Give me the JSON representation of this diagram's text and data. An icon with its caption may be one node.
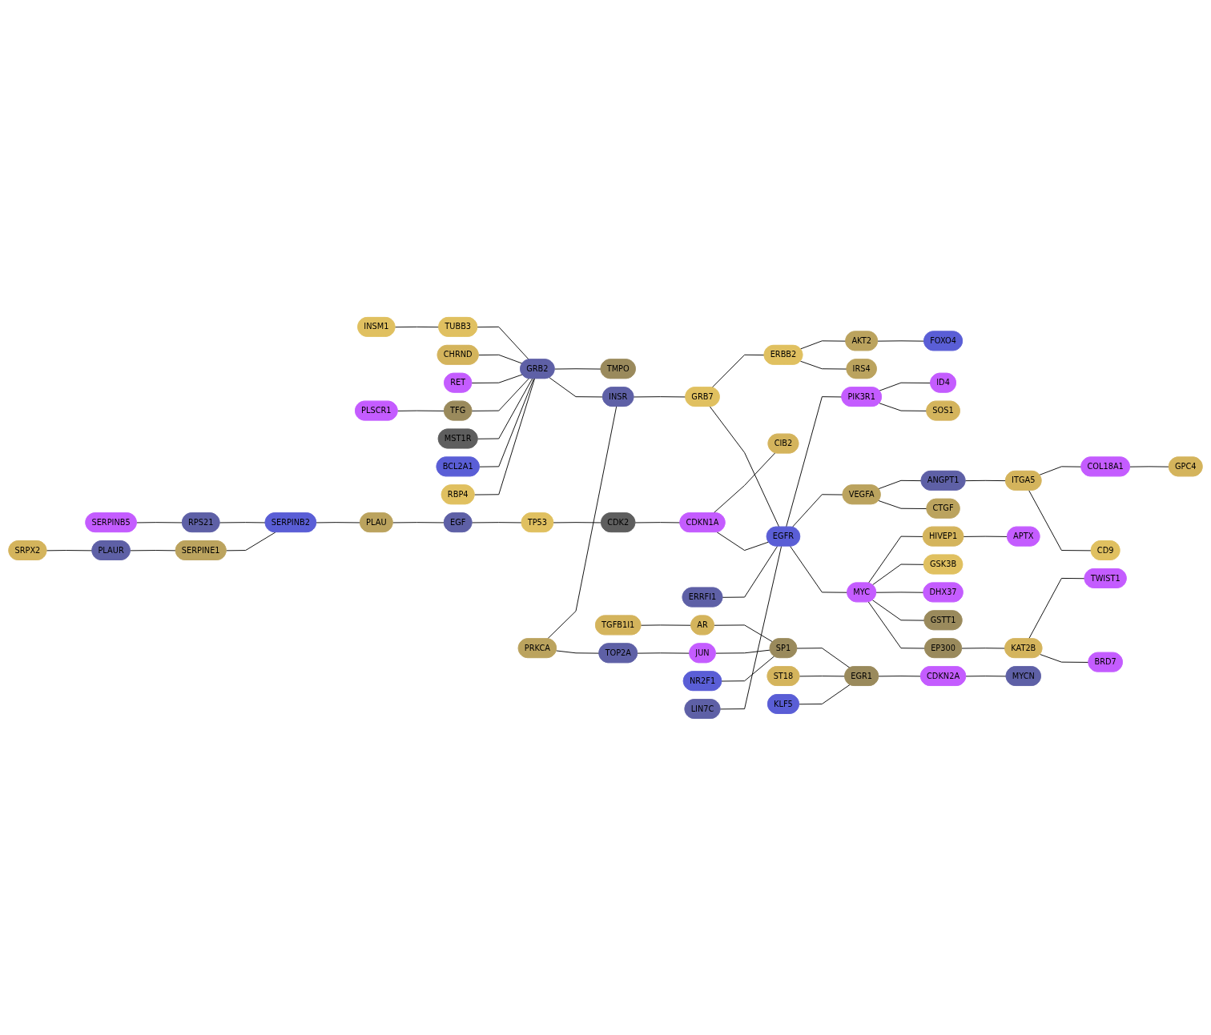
{
  "diagram": {
    "nodes": [
      {
        "text": [
          "SERPINB5"
        ]
      },
      {
        "text": [
          "SRPX2"
        ]
      },
      {
        "text": [
          "RPS21"
        ]
      },
      {
        "text": [
          "PLAUR"
        ]
      },
      {
        "text": [
          "SERPINE1"
        ]
      },
      {
        "text": [
          "SERPINB2"
        ]
      },
      {
        "text": [
          "INSM1"
        ]
      },
      {
        "text": [
          "PLSCR1"
        ]
      },
      {
        "text": [
          "TUBB3"
        ]
      },
      {
        "text": [
          "PLAU"
        ]
      },
      {
        "text": [
          "CHRND"
        ]
      },
      {
        "text": [
          "RET"
        ]
      },
      {
        "text": [
          "TFG"
        ]
      },
      {
        "text": [
          "MST1R"
        ]
      },
      {
        "text": [
          "BCL2A1"
        ]
      },
      {
        "text": [
          "GRB2"
        ]
      },
      {
        "text": [
          "TMPO"
        ]
      },
      {
        "text": [
          "RBP4"
        ]
      },
      {
        "text": [
          "EGF"
        ]
      },
      {
        "text": [
          "FOXO4"
        ]
      },
      {
        "text": [
          "AKT2"
        ]
      },
      {
        "text": [
          "TP53"
        ]
      },
      {
        "text": [
          "INSR"
        ]
      },
      {
        "text": [
          "IRS4"
        ]
      },
      {
        "text": [
          "ERBB2"
        ]
      },
      {
        "text": [
          "PRKCA"
        ]
      },
      {
        "text": [
          "GRB7"
        ]
      },
      {
        "text": [
          "CDK2"
        ]
      },
      {
        "text": [
          "TGFB1I1"
        ]
      },
      {
        "text": [
          "TOP2A"
        ]
      },
      {
        "text": [
          "ID4"
        ]
      },
      {
        "text": [
          "AR"
        ]
      },
      {
        "text": [
          "ERRFI1"
        ]
      },
      {
        "text": [
          "CDKN1A"
        ]
      },
      {
        "text": [
          "PIK3R1"
        ]
      },
      {
        "text": [
          "JUN"
        ]
      },
      {
        "text": [
          "SOS1"
        ]
      },
      {
        "text": [
          "EGFR"
        ]
      },
      {
        "text": [
          "NR2F1"
        ]
      },
      {
        "text": [
          "SP1"
        ]
      },
      {
        "text": [
          "LIN7C"
        ]
      },
      {
        "text": [
          "CIB2"
        ]
      },
      {
        "text": [
          "VEGFA"
        ]
      },
      {
        "text": [
          "ANGPT1"
        ]
      },
      {
        "text": [
          "COL18A1"
        ]
      },
      {
        "text": [
          "GPC4"
        ]
      },
      {
        "text": [
          "ITGA5"
        ]
      },
      {
        "text": [
          "ST18"
        ]
      },
      {
        "text": [
          "MYC"
        ]
      },
      {
        "text": [
          "CTGF"
        ]
      },
      {
        "text": [
          "EGR1"
        ]
      },
      {
        "text": [
          "DHX37"
        ]
      },
      {
        "text": [
          "GSK3B"
        ]
      },
      {
        "text": [
          "HIVEP1"
        ]
      },
      {
        "text": [
          "GSTT1"
        ]
      },
      {
        "text": [
          "KLF5"
        ]
      },
      {
        "text": [
          "CD9"
        ]
      },
      {
        "text": [
          "EP300"
        ]
      },
      {
        "text": [
          "CDKN2A"
        ]
      },
      {
        "text": [
          "APTX"
        ]
      },
      {
        "text": [
          "MYCN"
        ]
      },
      {
        "text": [
          "KAT2B"
        ]
      },
      {
        "text": [
          "BRD7"
        ]
      },
      {
        "text": [
          "TWIST1"
        ]
      }
    ],
    "edges": [
      {
        "from": 0,
        "to": 2,
        "arrow": "none"
      },
      {
        "from": 2,
        "to": 5,
        "arrow": "none"
      },
      {
        "from": 1,
        "to": 3,
        "arrow": "none"
      },
      {
        "from": 3,
        "to": 4,
        "arrow": "none"
      },
      {
        "from": 4,
        "to": 5,
        "arrow": "none"
      },
      {
        "from": 5,
        "to": 9,
        "arrow": "none"
      },
      {
        "from": 9,
        "to": 18,
        "arrow": "none"
      },
      {
        "from": 18,
        "to": 21,
        "arrow": "none"
      },
      {
        "from": 21,
        "to": 27,
        "arrow": "none"
      },
      {
        "from": 6,
        "to": 8,
        "arrow": "none"
      },
      {
        "from": 8,
        "to": 15,
        "arrow": "none"
      },
      {
        "from": 10,
        "to": 15,
        "arrow": "none"
      },
      {
        "from": 11,
        "to": 15,
        "arrow": "none"
      },
      {
        "from": 7,
        "to": 12,
        "arrow": "none"
      },
      {
        "from": 12,
        "to": 15,
        "arrow": "none"
      },
      {
        "from": 13,
        "to": 15,
        "arrow": "none"
      },
      {
        "from": 14,
        "to": 15,
        "arrow": "none"
      },
      {
        "from": 17,
        "to": 15,
        "arrow": "none"
      },
      {
        "from": 15,
        "to": 16,
        "arrow": "none"
      },
      {
        "from": 15,
        "to": 22,
        "arrow": "none"
      },
      {
        "from": 25,
        "to": 22,
        "arrow": "none"
      },
      {
        "from": 22,
        "to": 26,
        "arrow": "none"
      },
      {
        "from": 26,
        "to": 24,
        "arrow": "none"
      },
      {
        "from": 24,
        "to": 20,
        "arrow": "none"
      },
      {
        "from": 20,
        "to": 19,
        "arrow": "none"
      },
      {
        "from": 24,
        "to": 23,
        "arrow": "none"
      },
      {
        "from": 25,
        "to": 29,
        "arrow": "none"
      },
      {
        "from": 29,
        "to": 35,
        "arrow": "none"
      },
      {
        "from": 35,
        "to": 39,
        "arrow": "none"
      },
      {
        "from": 28,
        "to": 31,
        "arrow": "none"
      },
      {
        "from": 31,
        "to": 39,
        "arrow": "none"
      },
      {
        "from": 38,
        "to": 39,
        "arrow": "none"
      },
      {
        "from": 39,
        "to": 50,
        "arrow": "none"
      },
      {
        "from": 47,
        "to": 50,
        "arrow": "none"
      },
      {
        "from": 55,
        "to": 50,
        "arrow": "none"
      },
      {
        "from": 50,
        "to": 58,
        "arrow": "none"
      },
      {
        "from": 58,
        "to": 60,
        "arrow": "none"
      },
      {
        "from": 27,
        "to": 33,
        "arrow": "none"
      },
      {
        "from": 33,
        "to": 41,
        "arrow": "none"
      },
      {
        "from": 33,
        "to": 37,
        "arrow": "none"
      },
      {
        "from": 26,
        "to": 37,
        "arrow": "none"
      },
      {
        "from": 32,
        "to": 37,
        "arrow": "none"
      },
      {
        "from": 37,
        "to": 34,
        "arrow": "none"
      },
      {
        "from": 34,
        "to": 30,
        "arrow": "none"
      },
      {
        "from": 34,
        "to": 36,
        "arrow": "none"
      },
      {
        "from": 40,
        "to": 37,
        "arrow": "none"
      },
      {
        "from": 37,
        "to": 42,
        "arrow": "none"
      },
      {
        "from": 42,
        "to": 43,
        "arrow": "none"
      },
      {
        "from": 42,
        "to": 49,
        "arrow": "none"
      },
      {
        "from": 43,
        "to": 46,
        "arrow": "none"
      },
      {
        "from": 46,
        "to": 44,
        "arrow": "none"
      },
      {
        "from": 44,
        "to": 45,
        "arrow": "none"
      },
      {
        "from": 46,
        "to": 56,
        "arrow": "none"
      },
      {
        "from": 37,
        "to": 48,
        "arrow": "none"
      },
      {
        "from": 48,
        "to": 53,
        "arrow": "none"
      },
      {
        "from": 48,
        "to": 52,
        "arrow": "none"
      },
      {
        "from": 48,
        "to": 51,
        "arrow": "none"
      },
      {
        "from": 48,
        "to": 54,
        "arrow": "none"
      },
      {
        "from": 48,
        "to": 57,
        "arrow": "none"
      },
      {
        "from": 53,
        "to": 59,
        "arrow": "none"
      },
      {
        "from": 57,
        "to": 61,
        "arrow": "none"
      },
      {
        "from": 61,
        "to": 63,
        "arrow": "none"
      },
      {
        "from": 61,
        "to": 62,
        "arrow": "none"
      }
    ]
  }
}
